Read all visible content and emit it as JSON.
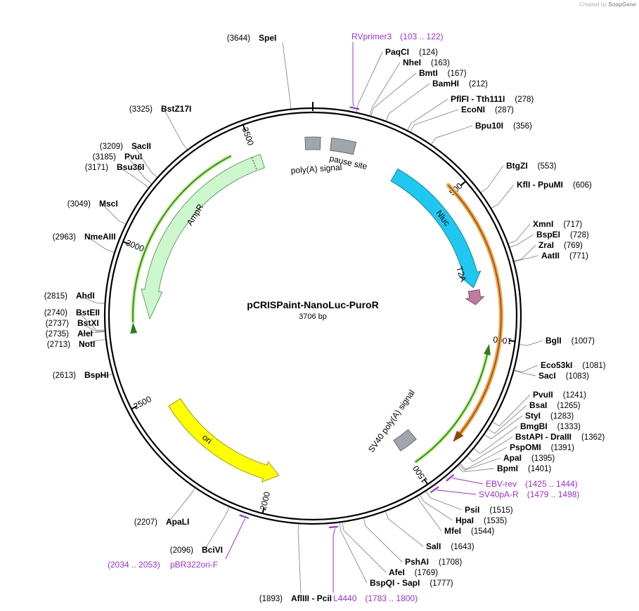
{
  "credit": {
    "prefix": "Created by",
    "brand": "SnapGene"
  },
  "plasmid": {
    "name": "pCRISPaint-NanoLuc-PuroR",
    "length_label": "3706 bp",
    "length": 3706
  },
  "ticks": [
    {
      "bp": 500,
      "label": "500"
    },
    {
      "bp": 1000,
      "label": "1000"
    },
    {
      "bp": 1500,
      "label": "1500"
    },
    {
      "bp": 2000,
      "label": "2000"
    },
    {
      "bp": 2500,
      "label": "2500"
    },
    {
      "bp": 3000,
      "label": "3000"
    },
    {
      "bp": 3500,
      "label": "3500"
    }
  ],
  "sites": [
    {
      "name": "SpeI",
      "pos": "(3644)",
      "bp": 3644,
      "side": "left"
    },
    {
      "name": "PaqCI",
      "pos": "(124)",
      "bp": 124,
      "side": "right"
    },
    {
      "name": "NheI",
      "pos": "(163)",
      "bp": 163,
      "side": "right"
    },
    {
      "name": "BmtI",
      "pos": "(167)",
      "bp": 167,
      "side": "right"
    },
    {
      "name": "BamHI",
      "pos": "(212)",
      "bp": 212,
      "side": "right"
    },
    {
      "name": "PflFI  -  Tth111I",
      "pos": "(278)",
      "bp": 278,
      "side": "right"
    },
    {
      "name": "EcoNI",
      "pos": "(287)",
      "bp": 287,
      "side": "right"
    },
    {
      "name": "Bpu10I",
      "pos": "(356)",
      "bp": 356,
      "side": "right"
    },
    {
      "name": "BtgZI",
      "pos": "(553)",
      "bp": 553,
      "side": "right"
    },
    {
      "name": "KflI  -  PpuMI",
      "pos": "(606)",
      "bp": 606,
      "side": "right"
    },
    {
      "name": "XmnI",
      "pos": "(717)",
      "bp": 717,
      "side": "right"
    },
    {
      "name": "BspEI",
      "pos": "(728)",
      "bp": 728,
      "side": "right"
    },
    {
      "name": "ZraI",
      "pos": "(769)",
      "bp": 769,
      "side": "right"
    },
    {
      "name": "AatII",
      "pos": "(771)",
      "bp": 771,
      "side": "right"
    },
    {
      "name": "BglI",
      "pos": "(1007)",
      "bp": 1007,
      "side": "right"
    },
    {
      "name": "Eco53kI",
      "pos": "(1081)",
      "bp": 1081,
      "side": "right"
    },
    {
      "name": "SacI",
      "pos": "(1083)",
      "bp": 1083,
      "side": "right"
    },
    {
      "name": "PvuII",
      "pos": "(1241)",
      "bp": 1241,
      "side": "right"
    },
    {
      "name": "BsaI",
      "pos": "(1265)",
      "bp": 1265,
      "side": "right"
    },
    {
      "name": "StyI",
      "pos": "(1283)",
      "bp": 1283,
      "side": "right"
    },
    {
      "name": "BmgBI",
      "pos": "(1333)",
      "bp": 1333,
      "side": "right"
    },
    {
      "name": "BstAPI  -  DraIII",
      "pos": "(1362)",
      "bp": 1362,
      "side": "right"
    },
    {
      "name": "PspOMI",
      "pos": "(1391)",
      "bp": 1391,
      "side": "right"
    },
    {
      "name": "ApaI",
      "pos": "(1395)",
      "bp": 1395,
      "side": "right"
    },
    {
      "name": "BpmI",
      "pos": "(1401)",
      "bp": 1401,
      "side": "right"
    },
    {
      "name": "PsiI",
      "pos": "(1515)",
      "bp": 1515,
      "side": "right"
    },
    {
      "name": "HpaI",
      "pos": "(1535)",
      "bp": 1535,
      "side": "right"
    },
    {
      "name": "MfeI",
      "pos": "(1544)",
      "bp": 1544,
      "side": "right"
    },
    {
      "name": "SalI",
      "pos": "(1643)",
      "bp": 1643,
      "side": "right"
    },
    {
      "name": "PshAI",
      "pos": "(1708)",
      "bp": 1708,
      "side": "right"
    },
    {
      "name": "AfeI",
      "pos": "(1769)",
      "bp": 1769,
      "side": "right"
    },
    {
      "name": "BspQI  -  SapI",
      "pos": "(1777)",
      "bp": 1777,
      "side": "right"
    },
    {
      "name": "AflIII  -  PciI",
      "pos": "(1893)",
      "bp": 1893,
      "side": "left"
    },
    {
      "name": "BciVI",
      "pos": "(2096)",
      "bp": 2096,
      "side": "left"
    },
    {
      "name": "ApaLI",
      "pos": "(2207)",
      "bp": 2207,
      "side": "left"
    },
    {
      "name": "BspHI",
      "pos": "(2613)",
      "bp": 2613,
      "side": "left"
    },
    {
      "name": "NotI",
      "pos": "(2713)",
      "bp": 2713,
      "side": "left"
    },
    {
      "name": "AleI",
      "pos": "(2735)",
      "bp": 2735,
      "side": "left"
    },
    {
      "name": "BstXI",
      "pos": "(2737)",
      "bp": 2737,
      "side": "left"
    },
    {
      "name": "BstEII",
      "pos": "(2740)",
      "bp": 2740,
      "side": "left"
    },
    {
      "name": "AhdI",
      "pos": "(2815)",
      "bp": 2815,
      "side": "left"
    },
    {
      "name": "NmeAIII",
      "pos": "(2963)",
      "bp": 2963,
      "side": "left"
    },
    {
      "name": "MscI",
      "pos": "(3049)",
      "bp": 3049,
      "side": "left"
    },
    {
      "name": "Bsu36I",
      "pos": "(3171)",
      "bp": 3171,
      "side": "left"
    },
    {
      "name": "PvuI",
      "pos": "(3185)",
      "bp": 3185,
      "side": "left"
    },
    {
      "name": "SacII",
      "pos": "(3209)",
      "bp": 3209,
      "side": "left"
    },
    {
      "name": "BstZ17I",
      "pos": "(3325)",
      "bp": 3325,
      "side": "left"
    }
  ],
  "primers": [
    {
      "name": "RVprimer3",
      "range": "(103 .. 122)",
      "start": 103,
      "end": 122,
      "side": "right"
    },
    {
      "name": "EBV-rev",
      "range": "(1425 .. 1444)",
      "start": 1425,
      "end": 1444,
      "side": "right"
    },
    {
      "name": "SV40pA-R",
      "range": "(1479 .. 1498)",
      "start": 1479,
      "end": 1498,
      "side": "right"
    },
    {
      "name": "L4440",
      "range": "(1783 .. 1800)",
      "start": 1783,
      "end": 1800,
      "side": "right"
    },
    {
      "name": "pBR322ori-F",
      "range": "(2034 .. 2053)",
      "start": 2034,
      "end": 2053,
      "side": "left"
    }
  ],
  "features": [
    {
      "name": "Nluc",
      "color": "#1ec8f0"
    },
    {
      "name": "T2A",
      "color": "#c17aa1"
    },
    {
      "name": "pause site",
      "color": "#a0a6ad"
    },
    {
      "name": "poly(A) signal",
      "color": "#a0a6ad"
    },
    {
      "name": "SV40 poly(A) signal",
      "color": "#a0a6ad"
    },
    {
      "name": "AmpR",
      "color": "#ccf7cc"
    },
    {
      "name": "ori",
      "color": "#ffff00"
    }
  ],
  "colors": {
    "primer": "#9b30d9",
    "backbone": "#000000",
    "orange_track": "#f2a24a",
    "green_track": "#2e7d1e"
  }
}
